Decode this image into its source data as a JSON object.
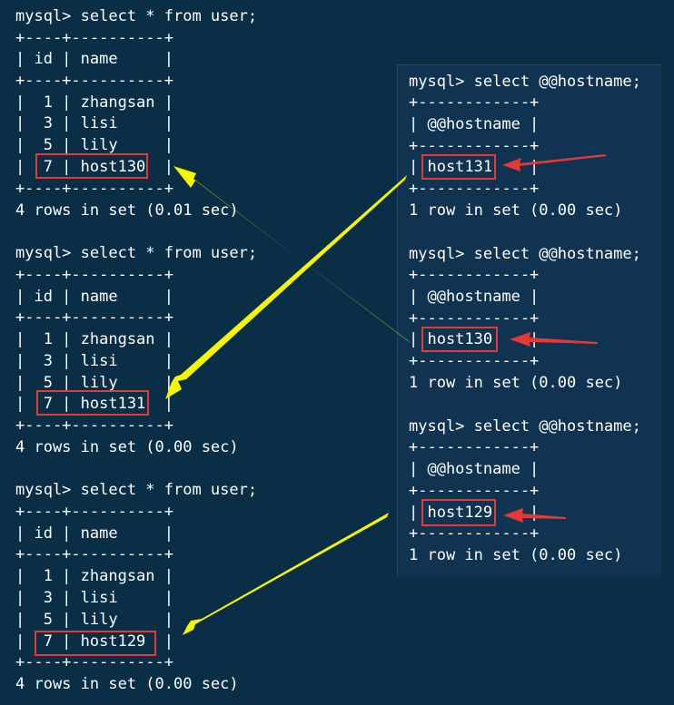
{
  "left_blocks": [
    {
      "prompt": "mysql> select * from user;",
      "border": "+----+----------+",
      "header": "| id | name     |",
      "rows": [
        "|  1 | zhangsan |",
        "|  3 | lisi     |",
        "|  5 | lily     |",
        "|  7 | host130  |"
      ],
      "status": "4 rows in set (0.01 sec)"
    },
    {
      "prompt": "mysql> select * from user;",
      "border": "+----+----------+",
      "header": "| id | name     |",
      "rows": [
        "|  1 | zhangsan |",
        "|  3 | lisi     |",
        "|  5 | lily     |",
        "|  7 | host131  |"
      ],
      "status": "4 rows in set (0.00 sec)"
    },
    {
      "prompt": "mysql> select * from user;",
      "border": "+----+----------+",
      "header": "| id | name     |",
      "rows": [
        "|  1 | zhangsan |",
        "|  3 | lisi     |",
        "|  5 | lily     |",
        "|  7 | host129  |"
      ],
      "status": "4 rows in set (0.00 sec)"
    }
  ],
  "right_blocks": [
    {
      "prompt": "mysql> select @@hostname;",
      "border": "+------------+",
      "header": "| @@hostname |",
      "value": "| host131    |",
      "status": "1 row in set (0.00 sec)"
    },
    {
      "prompt": "mysql> select @@hostname;",
      "border": "+------------+",
      "header": "| @@hostname |",
      "value": "| host130    |",
      "status": "1 row in set (0.00 sec)"
    },
    {
      "prompt": "mysql> select @@hostname;",
      "border": "+------------+",
      "header": "| @@hostname |",
      "value": "| host129    |",
      "status": "1 row in set (0.00 sec)"
    }
  ],
  "colors": {
    "background": "#0b2e47",
    "text": "#ffffff",
    "highlight_box": "#e53935",
    "yellow_arrow": "#f5f500",
    "red_arrow": "#e53935"
  }
}
